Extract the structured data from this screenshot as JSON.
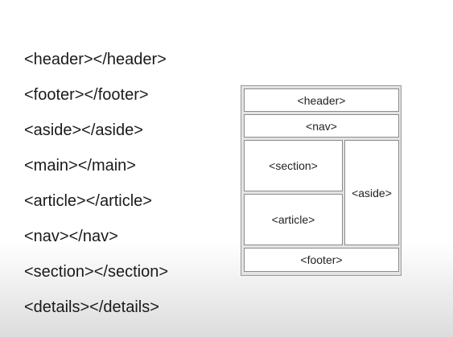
{
  "tags": [
    "<header></header>",
    "<footer></footer>",
    "<aside></aside>",
    "<main></main>",
    "<article></article>",
    "<nav></nav>",
    "<section></section>",
    "<details></details>"
  ],
  "diagram": {
    "header": "<header>",
    "nav": "<nav>",
    "section": "<section>",
    "article": "<article>",
    "aside": "<aside>",
    "footer": "<footer>"
  }
}
